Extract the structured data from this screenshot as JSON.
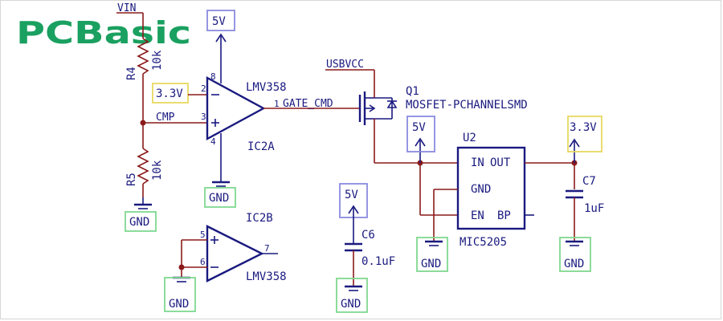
{
  "logo": {
    "text": "PCBasic",
    "color": "#1aa060"
  },
  "colors": {
    "wire": "#8b1a1a",
    "symbol": "#1a1a80",
    "box_5v": "#8a8ae0",
    "box_3v3": "#e8d860",
    "box_gnd": "#80d890"
  },
  "nets": {
    "vin": "VIN",
    "usbvcc": "USBVCC",
    "cmp": "CMP",
    "gate_cmd": "GATE_CMD"
  },
  "power": {
    "p5v_top": "5V",
    "p5v_u2": "5V",
    "p5v_c6": "5V",
    "p3v3_opamp": "3.3V",
    "p3v3_out": "3.3V",
    "gnd_r5": "GND",
    "gnd_ic2a": "GND",
    "gnd_ic2b": "GND",
    "gnd_c6": "GND",
    "gnd_u2": "GND",
    "gnd_c7": "GND"
  },
  "components": {
    "r4": {
      "ref": "R4",
      "value": "10k"
    },
    "r5": {
      "ref": "R5",
      "value": "10k"
    },
    "ic2a": {
      "ref": "IC2A",
      "value": "LMV358",
      "pins": {
        "minus": "2",
        "plus": "3",
        "out": "1",
        "vplus": "8",
        "vminus": "4"
      }
    },
    "ic2b": {
      "ref": "IC2B",
      "value": "LMV358",
      "pins": {
        "plus": "5",
        "minus": "6",
        "out": "7"
      }
    },
    "q1": {
      "ref": "Q1",
      "value": "MOSFET-PCHANNELSMD"
    },
    "u2": {
      "ref": "U2",
      "value": "MIC5205",
      "pins": {
        "in": "IN",
        "out": "OUT",
        "gnd": "GND",
        "en": "EN",
        "bp": "BP"
      }
    },
    "c6": {
      "ref": "C6",
      "value": "0.1uF"
    },
    "c7": {
      "ref": "C7",
      "value": "1uF"
    }
  }
}
